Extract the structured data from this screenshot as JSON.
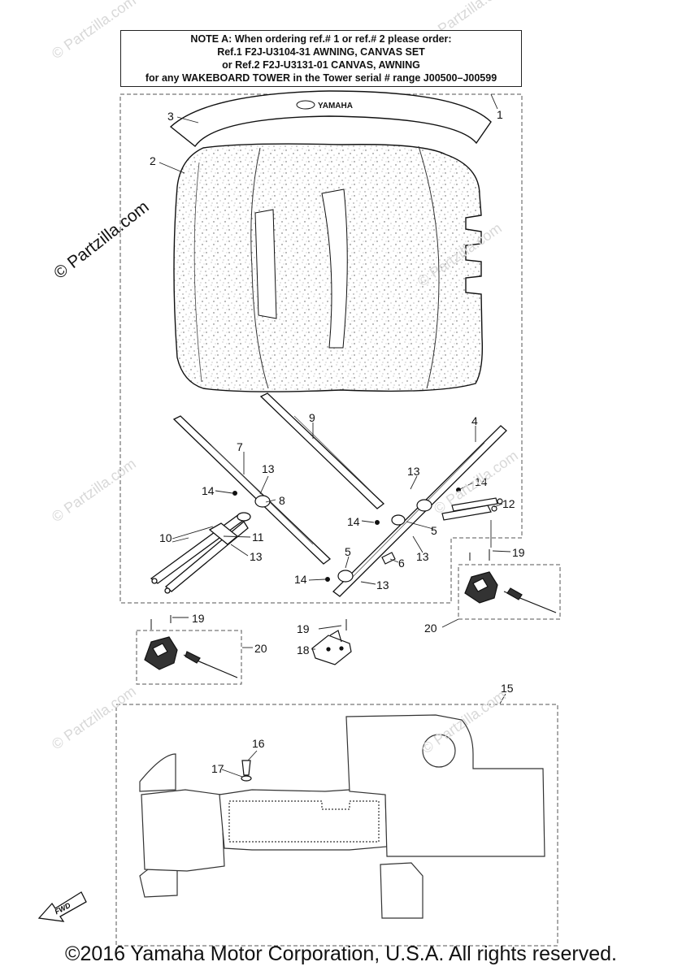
{
  "note": {
    "line1": "NOTE A: When ordering ref.# 1 or ref.# 2 please order:",
    "line2": "Ref.1  F2J-U3104-31 AWNING, CANVAS SET",
    "line3": "or   Ref.2  F2J-U3131-01 CANVAS, AWNING",
    "line4": "for any WAKEBOARD TOWER in the Tower serial # range J00500–J00599"
  },
  "watermark": {
    "main": "© Partzilla.com",
    "faint": "© Partzilla.com"
  },
  "brand_text": "YAMAHA",
  "fwd_label": "FWD",
  "callouts": [
    "1",
    "2",
    "3",
    "4",
    "5",
    "5",
    "6",
    "7",
    "8",
    "9",
    "10",
    "11",
    "12",
    "13",
    "13",
    "13",
    "13",
    "13",
    "14",
    "14",
    "14",
    "14",
    "15",
    "16",
    "17",
    "18",
    "19",
    "19",
    "19",
    "20",
    "20"
  ],
  "footer": "©2016  Yamaha Motor Corporation, U.S.A. All rights reserved."
}
